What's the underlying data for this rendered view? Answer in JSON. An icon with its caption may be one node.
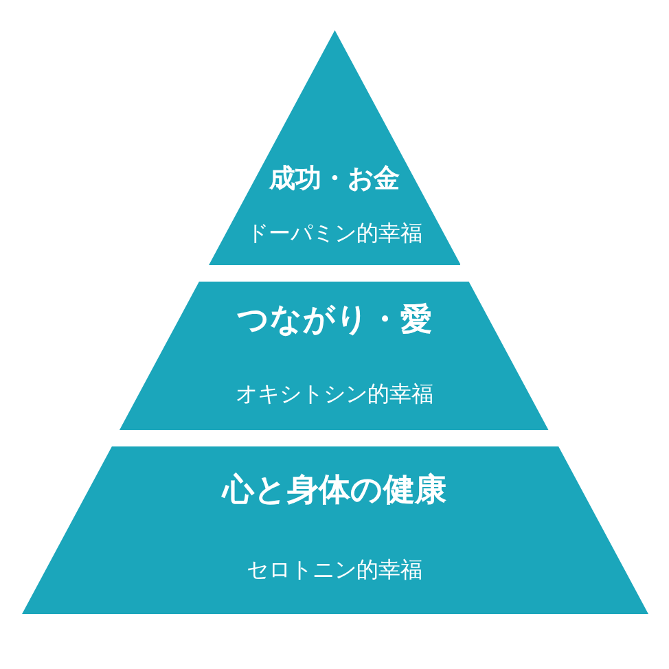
{
  "diagram": {
    "nodes": [
      {
        "text": [
          "成功・お金",
          "ドーパミン的幸福"
        ]
      },
      {
        "text": [
          "つながり・愛",
          "オキシトシン的幸福"
        ]
      },
      {
        "text": [
          "心と身体の健康",
          "セロトニン的幸福"
        ]
      }
    ]
  }
}
